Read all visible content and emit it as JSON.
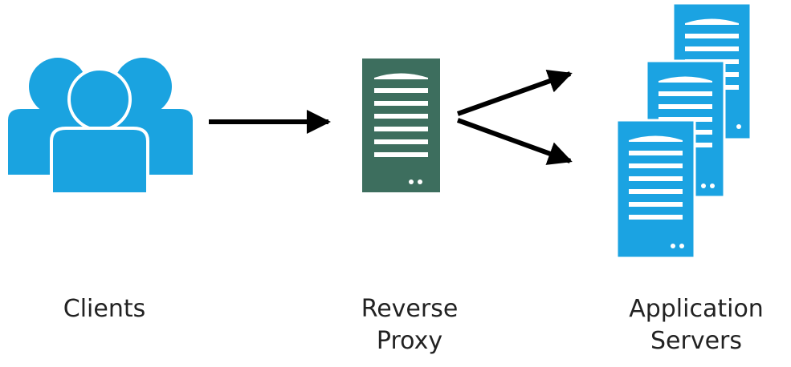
{
  "colors": {
    "clients": "#1aa3e0",
    "proxy": "#3d6e5e",
    "servers": "#1ba3e2",
    "arrows": "#000000",
    "text": "#222222"
  },
  "nodes": {
    "clients": {
      "icon": "users-group-icon",
      "label_lines": [
        "Clients"
      ]
    },
    "proxy": {
      "icon": "server-icon",
      "label_lines": [
        "Reverse",
        "Proxy"
      ]
    },
    "servers": {
      "icon": "server-stack-icon",
      "label_lines": [
        "Application",
        "Servers"
      ]
    }
  },
  "edges": [
    {
      "from": "clients",
      "to": "proxy"
    },
    {
      "from": "proxy",
      "to": "servers"
    },
    {
      "from": "proxy",
      "to": "servers"
    }
  ]
}
